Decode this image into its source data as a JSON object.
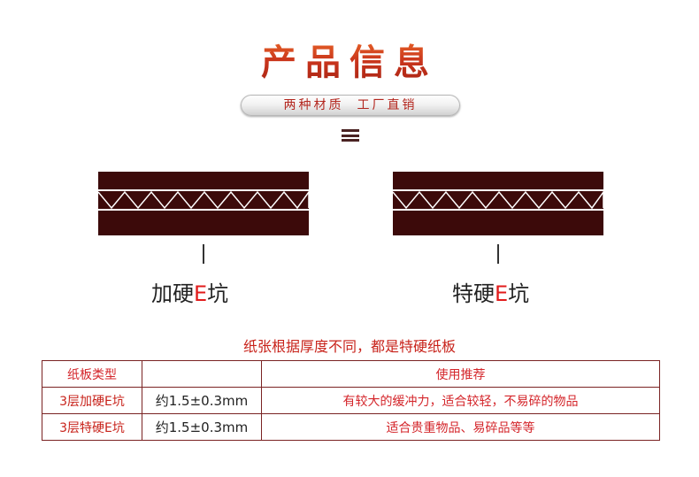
{
  "header": {
    "title": "产品信息",
    "pill": "两种材质  工厂直销"
  },
  "boards": [
    {
      "prefix": "加硬",
      "letter": "E",
      "suffix": "坑"
    },
    {
      "prefix": "特硬",
      "letter": "E",
      "suffix": "坑"
    }
  ],
  "subtitle": "纸张根据厚度不同，都是特硬纸板",
  "table": {
    "headers": [
      "纸板类型",
      "",
      "使用推荐"
    ],
    "rows": [
      {
        "type": "3层加硬E坑",
        "thickness": "约1.5±0.3mm",
        "usage": "有较大的缓冲力，适合较轻，不易碎的物品"
      },
      {
        "type": "3层特硬E坑",
        "thickness": "约1.5±0.3mm",
        "usage": "适合贵重物品、易碎品等等"
      }
    ]
  },
  "colors": {
    "board_brown": "#3c0a0a",
    "accent_red": "#c8231b",
    "letter_red": "#e21b1b",
    "title_orange": "#e3542a"
  },
  "icons": {
    "divider": "hamburger-menu-icon"
  }
}
